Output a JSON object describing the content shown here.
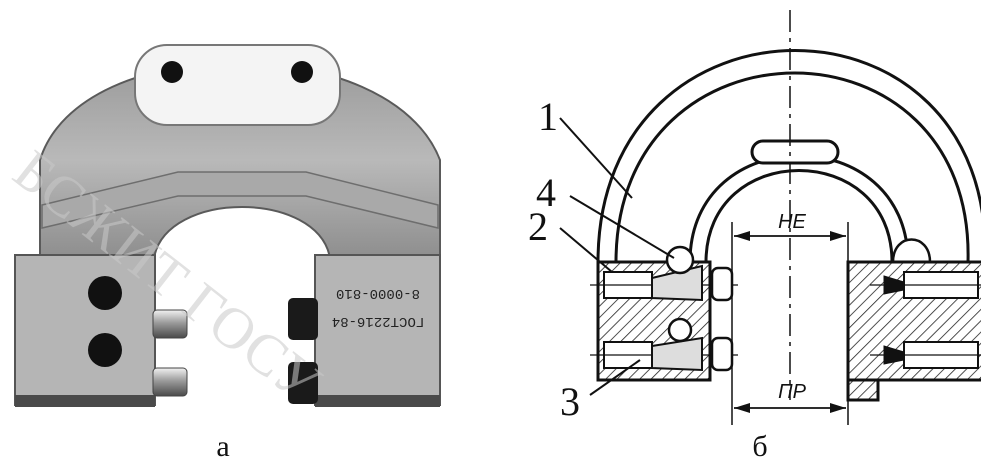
{
  "figure": {
    "panel_a": {
      "caption": "а",
      "engraving_line1": "8-0000-810",
      "engraving_line2": "ГОСТ2216-84"
    },
    "panel_b": {
      "caption": "б",
      "labels": [
        "1",
        "4",
        "2",
        "3"
      ],
      "dim_top": "НЕ",
      "dim_bottom": "ПР"
    },
    "watermark": "БСЖИТ ГОСУ"
  },
  "colors": {
    "metal_light": "#c7c7c7",
    "metal_dark": "#7d7d7d",
    "ink": "#111111",
    "watermark": "#c9c9c9"
  }
}
